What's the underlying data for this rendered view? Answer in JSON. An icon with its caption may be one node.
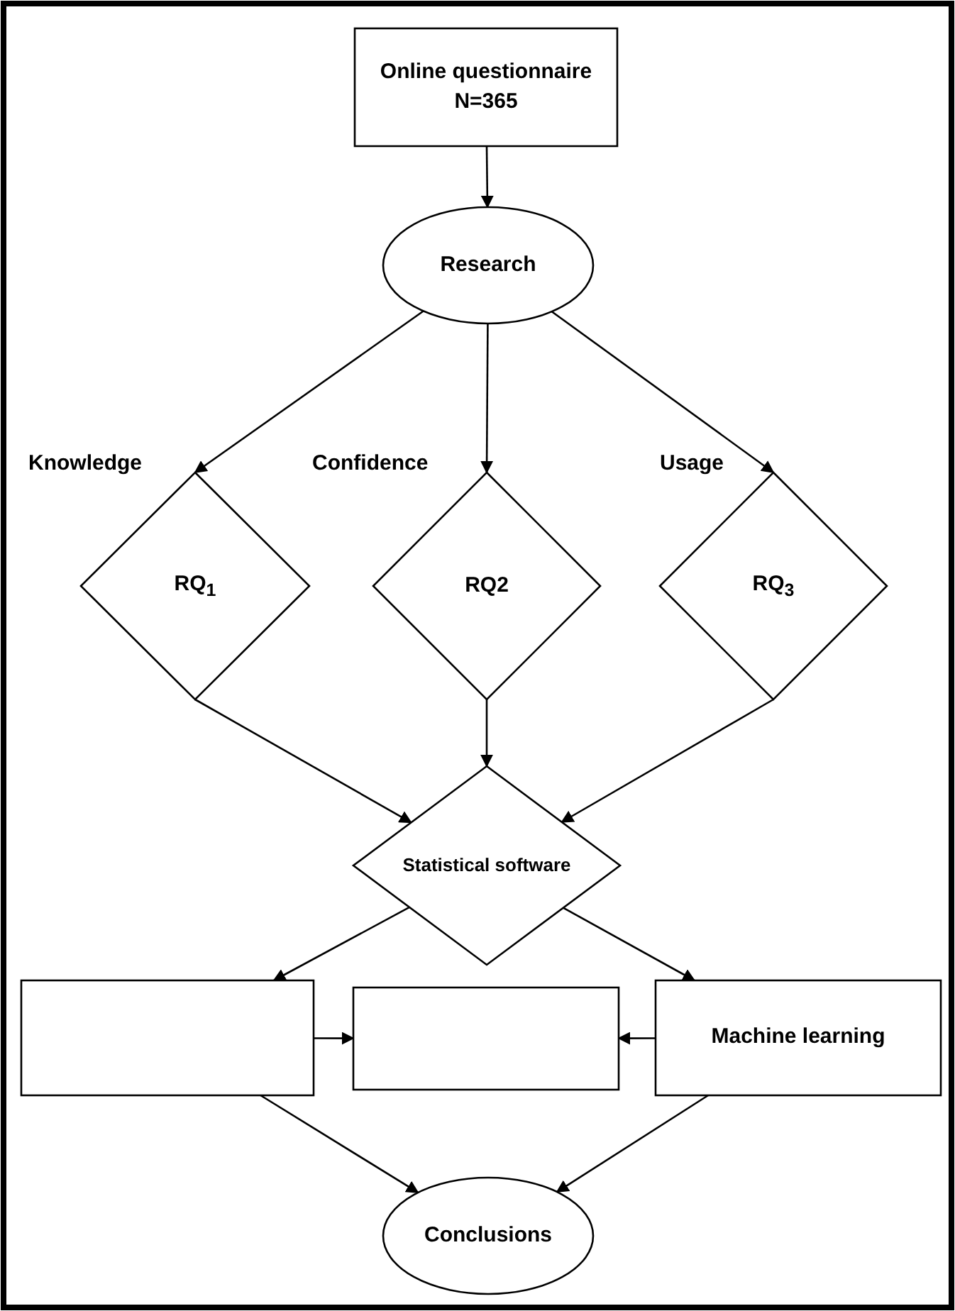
{
  "diagram": {
    "nodes": [
      {
        "text": [
          "Online questionnaire N=365"
        ]
      },
      {
        "text": [
          "Research"
        ]
      },
      {
        "text": [
          "RQ$_{1}$"
        ],
        "beside": [
          "Knowledge"
        ]
      },
      {
        "text": [
          "RQ2"
        ],
        "beside": [
          "Confidence"
        ]
      },
      {
        "text": [
          "RQ$_{3}$"
        ],
        "beside": [
          "Usage"
        ]
      },
      {
        "text": [
          "Statistical software"
        ]
      },
      {
        "text": [],
        "shape": "box"
      },
      {
        "text": [],
        "shape": "box"
      },
      {
        "text": [
          "Machine learning"
        ]
      },
      {
        "text": [
          "Conclusions"
        ]
      }
    ],
    "edges": [
      {
        "from": 0,
        "to": 1,
        "arrow": "to"
      },
      {
        "from": 1,
        "to": 2,
        "arrow": "to"
      },
      {
        "from": 1,
        "to": 3,
        "arrow": "to"
      },
      {
        "from": 1,
        "to": 4,
        "arrow": "to"
      },
      {
        "from": 2,
        "to": 5,
        "arrow": "to"
      },
      {
        "from": 3,
        "to": 5,
        "arrow": "to"
      },
      {
        "from": 4,
        "to": 5,
        "arrow": "to"
      },
      {
        "from": 5,
        "to": 6,
        "arrow": "to"
      },
      {
        "from": 5,
        "to": 8,
        "arrow": "to"
      },
      {
        "from": 6,
        "to": 7,
        "arrow": "to"
      },
      {
        "from": 8,
        "to": 7,
        "arrow": "to"
      },
      {
        "from": 6,
        "to": 9,
        "arrow": "to"
      },
      {
        "from": 8,
        "to": 9,
        "arrow": "to"
      }
    ]
  }
}
